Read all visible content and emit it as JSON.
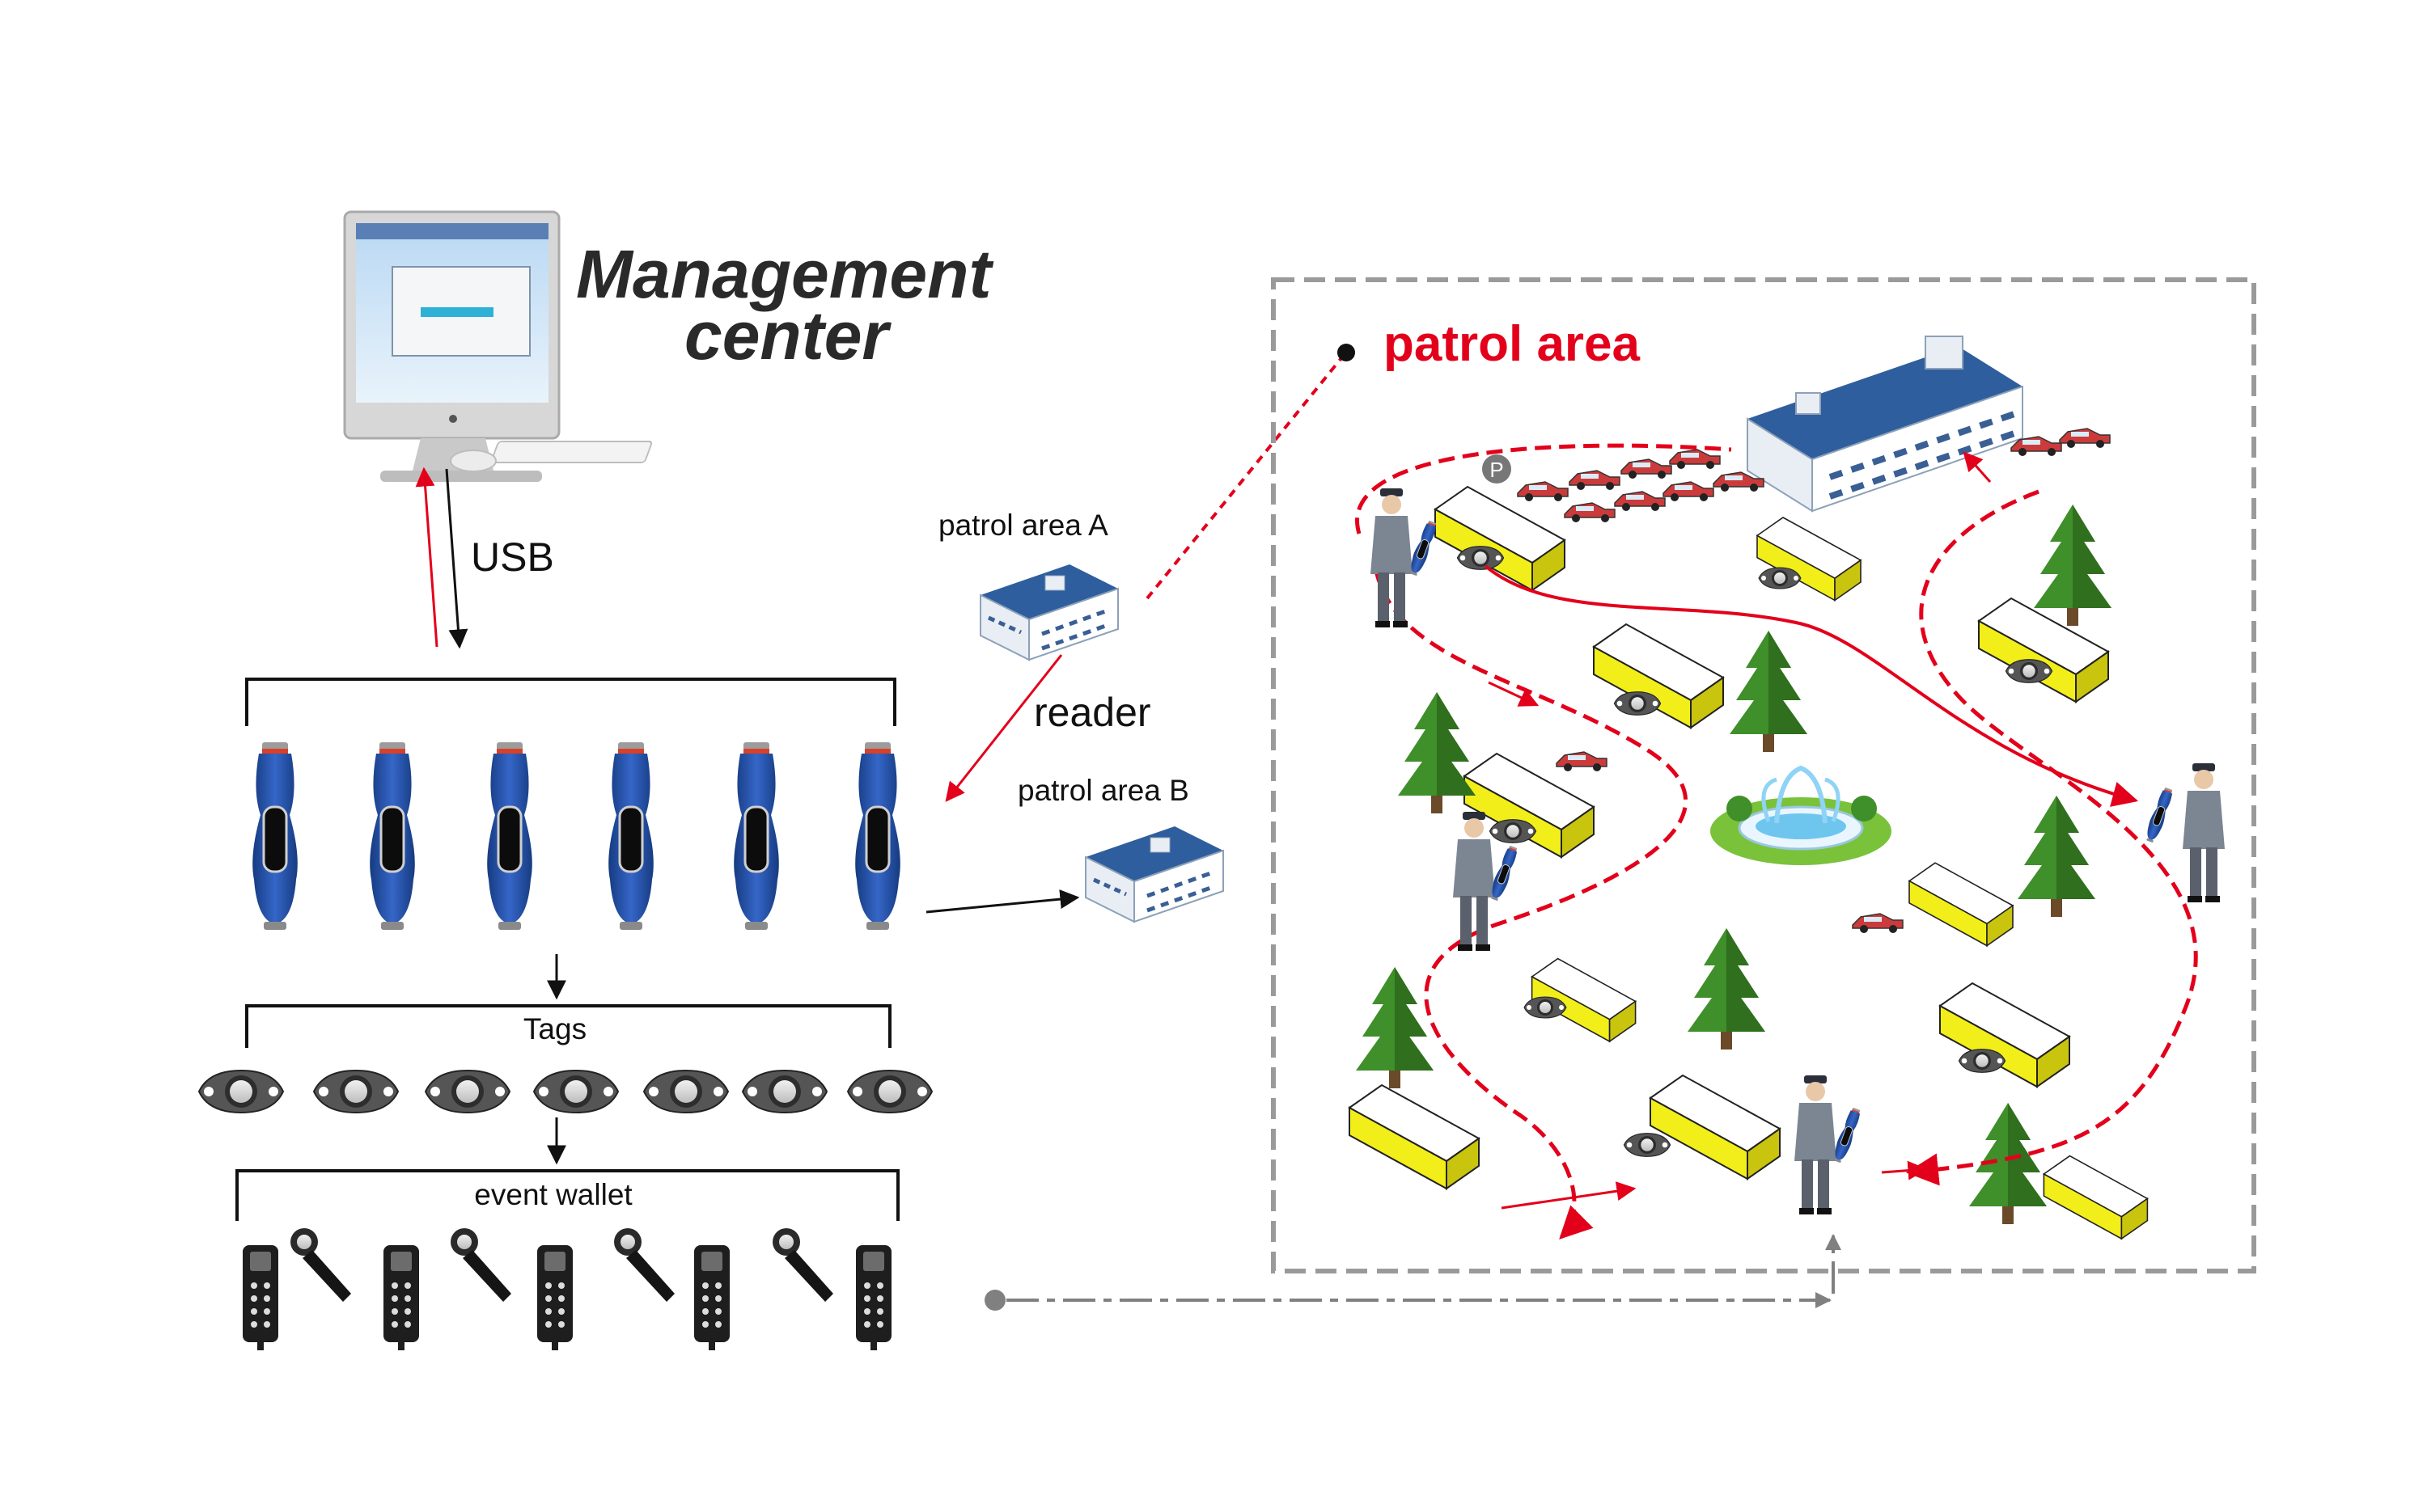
{
  "title": {
    "line1": "Management",
    "line2": "center"
  },
  "labels": {
    "usb": "USB",
    "reader": "reader",
    "tags": "Tags",
    "event_wallet": "event wallet",
    "patrol_area_a": "patrol area A",
    "patrol_area_b": "patrol area B",
    "patrol_area": "patrol area",
    "parking_sign": "P"
  },
  "counts": {
    "readers": 6,
    "tags": 7,
    "wallet_cards": 5,
    "wallet_keys": 4
  },
  "colors": {
    "accent_red": "#e3001b",
    "reader_blue": "#1f4a9c",
    "building_yellow": "#f2ee1a",
    "tree_green": "#3f8f2a",
    "boundary_gray": "#9a9a9a"
  },
  "icons": [
    "computer-icon",
    "reader-icon",
    "tag-icon",
    "card-icon",
    "key-icon",
    "building-icon",
    "tree-icon",
    "car-icon",
    "guard-icon",
    "fountain-icon"
  ]
}
